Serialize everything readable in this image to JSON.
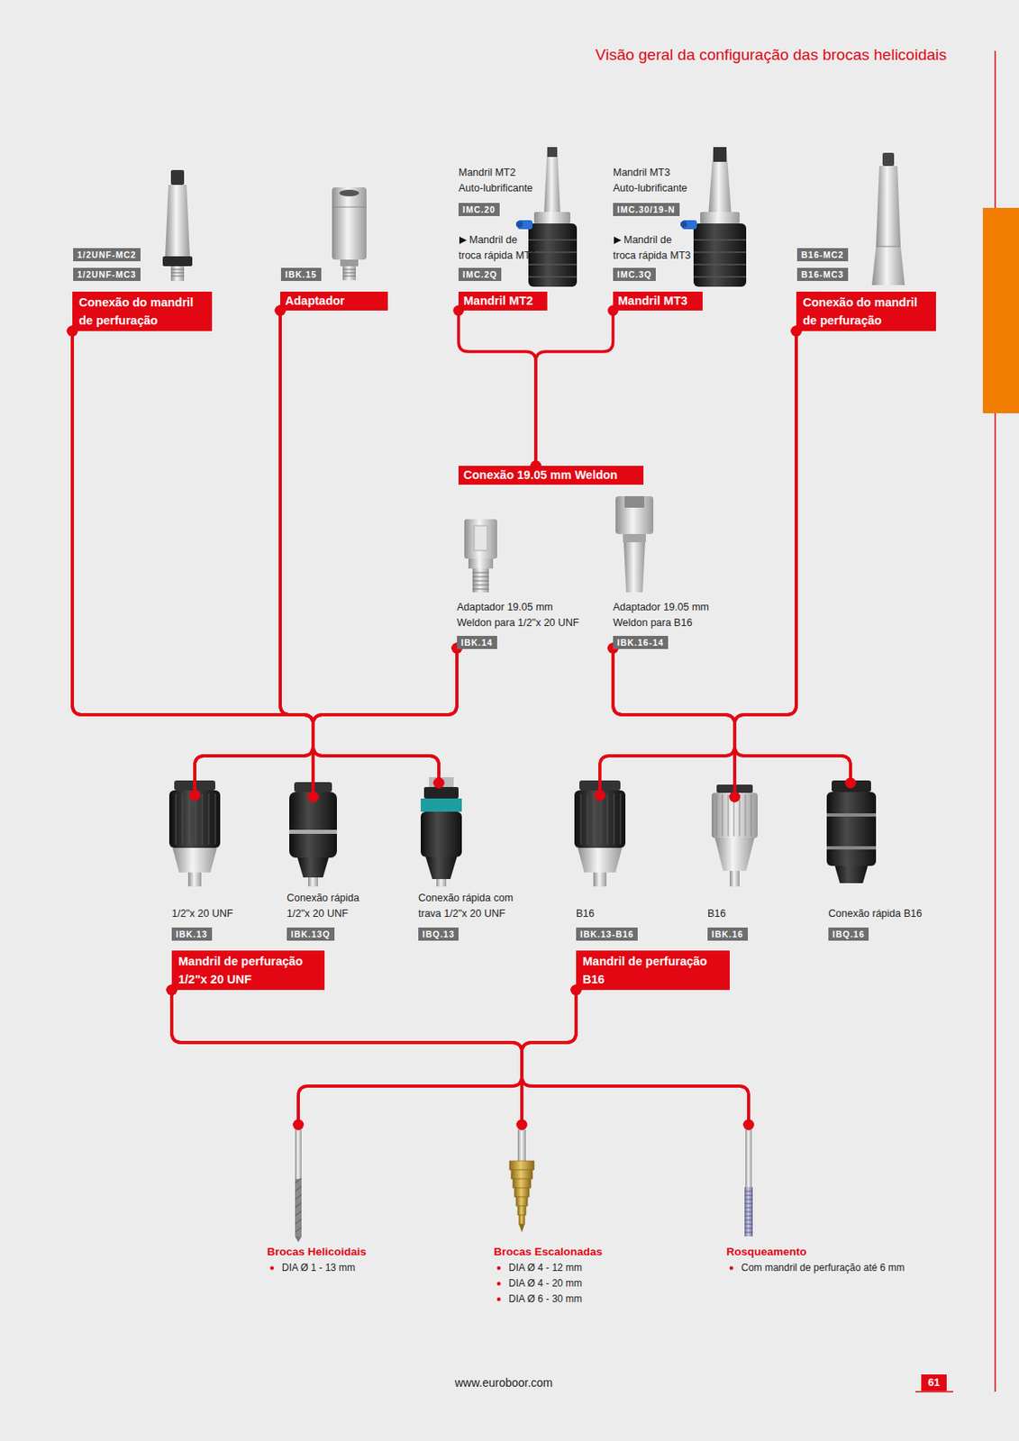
{
  "diagram": {
    "title": "Visão geral da configuração das brocas helicoidais",
    "nodes": [
      {
        "text": [
          "1/2UNF-MC2",
          "1/2UNF-MC3",
          "Conexão do mandril de perfuração"
        ]
      },
      {
        "text": [
          "IBK.15",
          "Adaptador"
        ]
      },
      {
        "text": [
          "Mandril MT2 Auto-lubrificante",
          "IMC.20",
          "Mandril de troca rápida MT2",
          "IMC.2Q",
          "Mandril MT2"
        ]
      },
      {
        "text": [
          "Mandril MT3 Auto-lubrificante",
          "IMC.30/19-N",
          "Mandril de troca rápida MT3",
          "IMC.3Q",
          "Mandril MT3"
        ]
      },
      {
        "text": [
          "B16-MC2",
          "B16-MC3",
          "Conexão do mandril de perfuração"
        ]
      },
      {
        "text": [
          "Conexão 19.05 mm Weldon"
        ]
      },
      {
        "text": [
          "Adaptador 19.05 mm Weldon para 1/2\"x 20 UNF",
          "IBK.14"
        ]
      },
      {
        "text": [
          "Adaptador 19.05 mm Weldon para B16",
          "IBK.16-14"
        ]
      },
      {
        "text": [
          "1/2\"x 20 UNF",
          "IBK.13"
        ]
      },
      {
        "text": [
          "Conexão rápida 1/2\"x 20 UNF",
          "IBK.13Q"
        ]
      },
      {
        "text": [
          "Conexão rápida com trava 1/2\"x 20 UNF",
          "IBQ.13"
        ]
      },
      {
        "text": [
          "B16",
          "IBK.13-B16"
        ]
      },
      {
        "text": [
          "B16",
          "IBK.16"
        ]
      },
      {
        "text": [
          "Conexão rápida B16",
          "IBQ.16"
        ]
      },
      {
        "text": [
          "Mandril de perfuração 1/2\"x 20 UNF"
        ]
      },
      {
        "text": [
          "Mandril de perfuração B16"
        ]
      },
      {
        "text": [
          "Brocas Helicoidais",
          "DIA Ø 1 - 13 mm"
        ]
      },
      {
        "text": [
          "Brocas Escalonadas",
          "DIA Ø 4 - 12 mm",
          "DIA Ø 4 - 20 mm",
          "DIA Ø 6 - 30 mm"
        ]
      },
      {
        "text": [
          "Rosqueamento",
          "Com mandril de perfuração até 6 mm"
        ]
      }
    ],
    "edges": [
      {
        "from": 0,
        "to": 8,
        "arrow": "none"
      },
      {
        "from": 0,
        "to": 9,
        "arrow": "none"
      },
      {
        "from": 0,
        "to": 10,
        "arrow": "none"
      },
      {
        "from": 1,
        "to": 8,
        "arrow": "none"
      },
      {
        "from": 1,
        "to": 9,
        "arrow": "none"
      },
      {
        "from": 1,
        "to": 10,
        "arrow": "none"
      },
      {
        "from": 2,
        "to": 5,
        "arrow": "none"
      },
      {
        "from": 3,
        "to": 5,
        "arrow": "none"
      },
      {
        "from": 6,
        "to": 8,
        "arrow": "none"
      },
      {
        "from": 6,
        "to": 9,
        "arrow": "none"
      },
      {
        "from": 6,
        "to": 10,
        "arrow": "none"
      },
      {
        "from": 4,
        "to": 11,
        "arrow": "none"
      },
      {
        "from": 4,
        "to": 12,
        "arrow": "none"
      },
      {
        "from": 4,
        "to": 13,
        "arrow": "none"
      },
      {
        "from": 7,
        "to": 11,
        "arrow": "none"
      },
      {
        "from": 7,
        "to": 12,
        "arrow": "none"
      },
      {
        "from": 7,
        "to": 13,
        "arrow": "none"
      },
      {
        "from": 14,
        "to": 16,
        "arrow": "none"
      },
      {
        "from": 14,
        "to": 17,
        "arrow": "none"
      },
      {
        "from": 14,
        "to": 18,
        "arrow": "none"
      },
      {
        "from": 15,
        "to": 16,
        "arrow": "none"
      },
      {
        "from": 15,
        "to": 17,
        "arrow": "none"
      },
      {
        "from": 15,
        "to": 18,
        "arrow": "none"
      }
    ],
    "labels": [
      "www.euroboor.com",
      "61"
    ]
  }
}
